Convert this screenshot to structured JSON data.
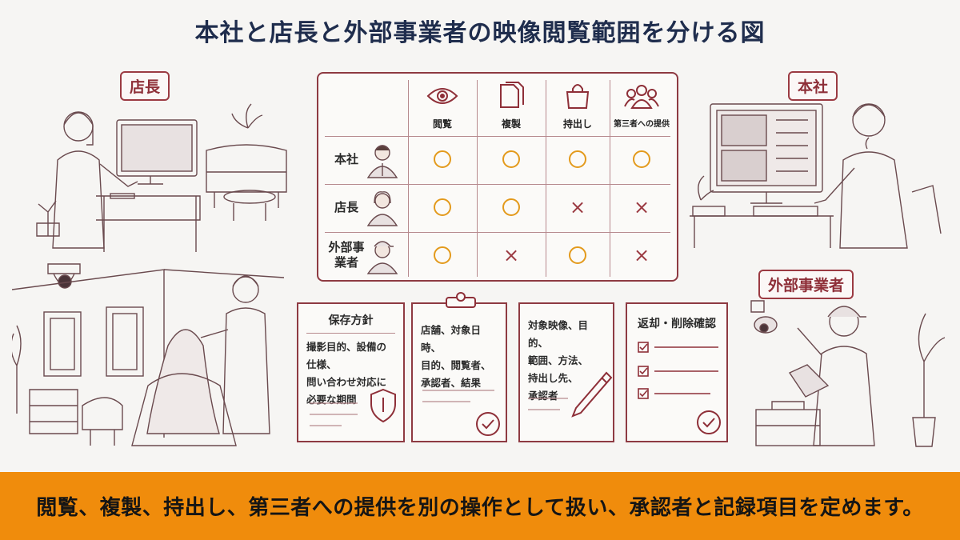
{
  "title": "本社と店長と外部事業者の映像閲覧範囲を分ける図",
  "tags": {
    "store_manager": "店長",
    "head_office": "本社",
    "contractor": "外部事業者"
  },
  "matrix": {
    "columns": [
      "閲覧",
      "複製",
      "持出し",
      "第三者への提供"
    ],
    "column_icons": [
      "eye-icon",
      "copy-icon",
      "bag-icon",
      "people-icon"
    ],
    "rows": [
      {
        "label": "本社",
        "values": [
          "○",
          "○",
          "○",
          "○"
        ]
      },
      {
        "label": "店長",
        "values": [
          "○",
          "○",
          "×",
          "×"
        ]
      },
      {
        "label": "外部事業者",
        "values": [
          "○",
          "×",
          "○",
          "×"
        ]
      }
    ],
    "symbol_colors": {
      "allowed": "#e39a1c",
      "denied": "#9b3a42"
    }
  },
  "cards": [
    {
      "title": "保存方針",
      "lines": [
        "撮影目的、設備の仕様、",
        "問い合わせ対応に",
        "必要な期間"
      ],
      "icon": "shield-icon"
    },
    {
      "title": "",
      "lines": [
        "店舗、対象日時、",
        "目的、閲覧者、",
        "承認者、結果"
      ],
      "icon": "check-circle-icon"
    },
    {
      "title": "",
      "lines": [
        "対象映像、目的、",
        "範囲、方法、",
        "持出し先、",
        "承認者"
      ],
      "icon": "pen-icon"
    },
    {
      "title": "返却・削除確認",
      "lines": [],
      "icon": "checklist-icon"
    }
  ],
  "banner": "閲覧、複製、持出し、第三者への提供を別の操作として扱い、承認者と記録項目を定めます。",
  "colors": {
    "accent": "#8e2f38",
    "banner": "#f08c0c",
    "title": "#1f2d4d"
  }
}
